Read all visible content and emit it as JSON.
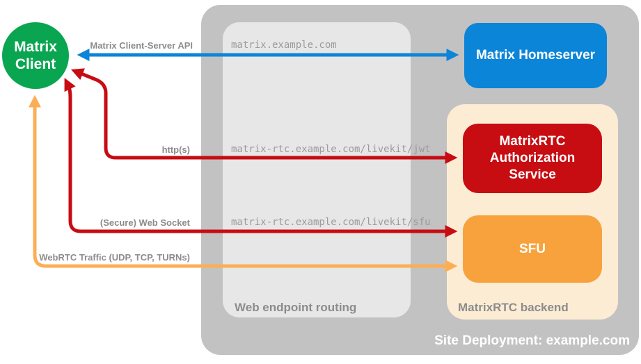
{
  "colors": {
    "background": "#ffffff",
    "outer_container": "#c2c2c2",
    "inner_container": "#e7e7e7",
    "backend_container": "#fcecd4",
    "green": "#0aa550",
    "blue": "#0b85d8",
    "red": "#c70c12",
    "orange": "#f8a23d",
    "orange_arrow": "#fbae56",
    "label_gray": "#8c8c8c",
    "url_gray": "#9b9b9b",
    "white_text": "#ffffff"
  },
  "containers": {
    "site_deployment": {
      "label": "Site Deployment: example.com"
    },
    "web_endpoint_routing": {
      "label": "Web endpoint routing"
    },
    "matrixrtc_backend": {
      "label": "MatrixRTC backend"
    }
  },
  "nodes": {
    "matrix_client": {
      "label": "Matrix Client"
    },
    "matrix_homeserver": {
      "label": "Matrix Homeserver"
    },
    "auth_service": {
      "label": "MatrixRTC Authorization Service"
    },
    "sfu": {
      "label": "SFU"
    }
  },
  "connections": [
    {
      "label": "Matrix Client-Server API",
      "endpoint": "matrix.example.com",
      "color": "blue",
      "from": "matrix_client",
      "to": "matrix_homeserver"
    },
    {
      "label": "http(s)",
      "endpoint": "matrix-rtc.example.com/livekit/jwt",
      "color": "red",
      "from": "matrix_client",
      "to": "auth_service"
    },
    {
      "label": "(Secure) Web Socket",
      "endpoint": "matrix-rtc.example.com/livekit/sfu",
      "color": "red",
      "from": "matrix_client",
      "to": "sfu"
    },
    {
      "label": "WebRTC Traffic (UDP, TCP, TURNs)",
      "endpoint": "",
      "color": "orange",
      "from": "matrix_client",
      "to": "sfu"
    }
  ]
}
